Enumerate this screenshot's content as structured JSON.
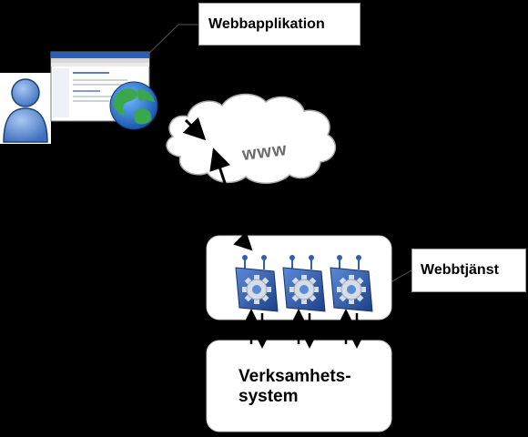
{
  "labels": {
    "web_application": "Webbapplikation",
    "web_service": "Webbtjänst",
    "cloud": "www",
    "backend_line1": "Verksamhets-",
    "backend_line2": "system"
  },
  "icons": {
    "user": "user-icon",
    "browser": "browser-window-icon",
    "globe": "globe-icon",
    "cloud": "cloud-icon",
    "web_service": "web-service-gear-icon"
  },
  "colors": {
    "background": "#000000",
    "box_fill": "#ffffff",
    "user_blue": "#5b8fd6",
    "globe_blue": "#1f66c2",
    "globe_green": "#3aa84a",
    "ws_blue": "#2f5fae",
    "gear_grey": "#d7dde6"
  }
}
